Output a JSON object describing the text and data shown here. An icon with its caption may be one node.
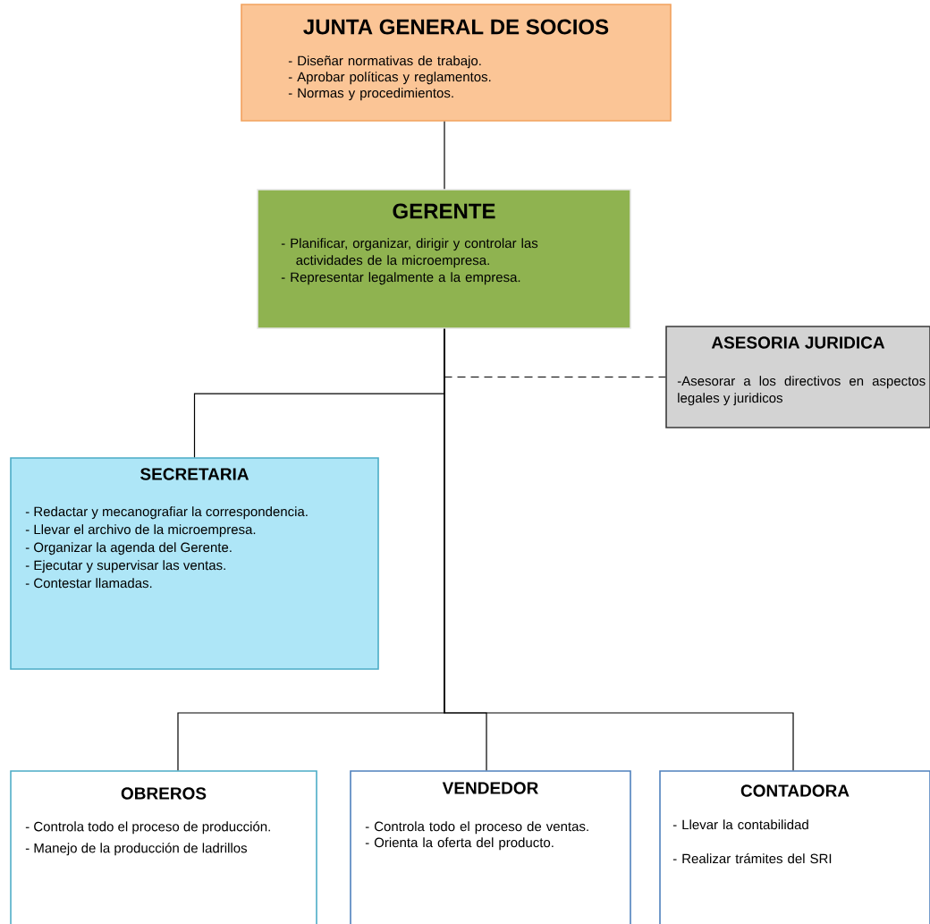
{
  "diagram": {
    "nodes": [
      {
        "text": [
          "JUNTA GENERAL DE SOCIOS",
          "- Diseñar normativas de trabajo.",
          "- Aprobar políticas y reglamentos.",
          "- Normas y procedimientos."
        ]
      },
      {
        "text": [
          "GERENTE",
          "- Planificar, organizar, dirigir y controlar las actividades de la microempresa.",
          "- Representar legalmente a la empresa."
        ]
      },
      {
        "text": [
          "ASESORIA JURIDICA",
          "-Asesorar a los directivos en aspectos legales y juridicos"
        ]
      },
      {
        "text": [
          "SECRETARIA",
          "- Redactar y mecanografiar la correspondencia.",
          "- Llevar el archivo de la microempresa.",
          "- Organizar la agenda del Gerente.",
          "- Ejecutar y supervisar las ventas.",
          "- Contestar llamadas."
        ]
      },
      {
        "text": [
          "OBREROS",
          "- Controla todo el proceso de producción.",
          "- Manejo de la producción de ladrillos"
        ]
      },
      {
        "text": [
          "VENDEDOR",
          "- Controla todo el proceso de ventas.",
          "- Orienta la oferta del producto."
        ]
      },
      {
        "text": [
          "CONTADORA",
          "- Llevar la contabilidad",
          "- Realizar trámites del SRI"
        ]
      }
    ],
    "edges": [
      {
        "from": 0,
        "to": 1,
        "arrow": "none"
      },
      {
        "from": 1,
        "to": 2,
        "arrow": "none",
        "style": "dashed"
      },
      {
        "from": 1,
        "to": 3,
        "arrow": "none"
      },
      {
        "from": 1,
        "to": 4,
        "arrow": "none"
      },
      {
        "from": 1,
        "to": 5,
        "arrow": "none"
      },
      {
        "from": 1,
        "to": 6,
        "arrow": "none"
      }
    ]
  }
}
